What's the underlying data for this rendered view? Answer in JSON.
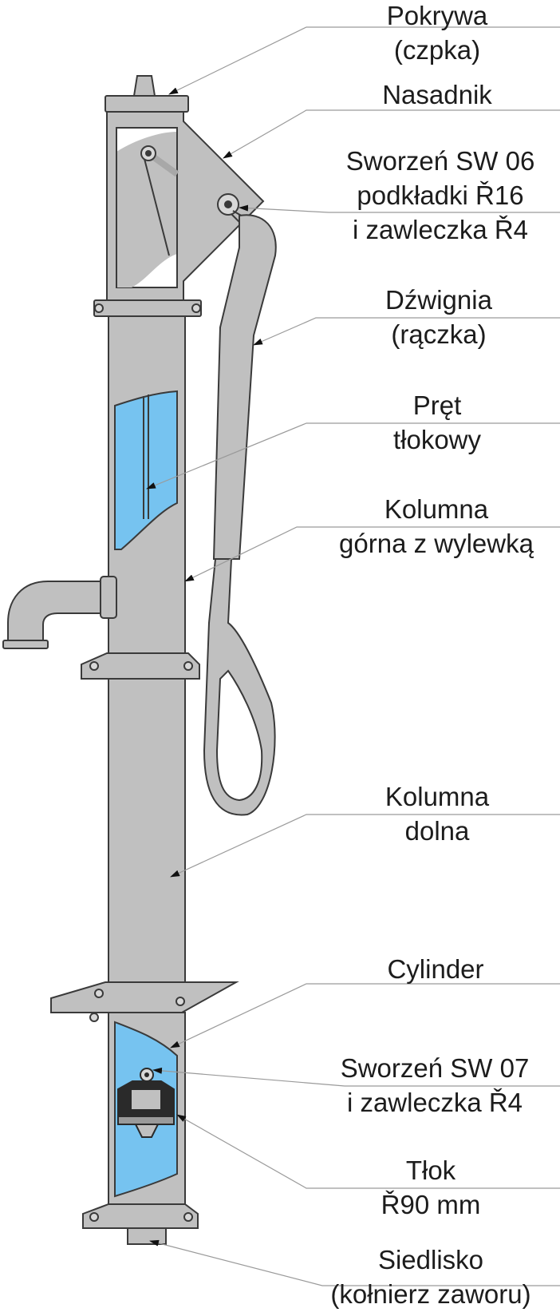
{
  "colors": {
    "metal": "#c0c0c0",
    "water": "#76c3f0",
    "outline": "#3a3a3a",
    "leader": "#9a9a9a",
    "arrow": "#111111",
    "dark": "#2a2a2a"
  },
  "labels": [
    {
      "id": "pokrywa",
      "lines": [
        "Pokrywa",
        "(czpka)"
      ]
    },
    {
      "id": "nasadnik",
      "lines": [
        "Nasadnik"
      ]
    },
    {
      "id": "sworzen-sw06",
      "lines": [
        "Sworzeń SW 06",
        "podkładki Ř16",
        "i zawleczka Ř4"
      ]
    },
    {
      "id": "dzwignia",
      "lines": [
        "Dźwignia",
        "(rączka)"
      ]
    },
    {
      "id": "pret",
      "lines": [
        "Pręt",
        "tłokowy"
      ]
    },
    {
      "id": "kolumna-gorna",
      "lines": [
        "Kolumna",
        "górna z wylewką"
      ]
    },
    {
      "id": "kolumna-dolna",
      "lines": [
        "Kolumna",
        "dolna"
      ]
    },
    {
      "id": "cylinder",
      "lines": [
        "Cylinder"
      ]
    },
    {
      "id": "sworzen-sw07",
      "lines": [
        "Sworzeń SW 07",
        "i zawleczka Ř4"
      ]
    },
    {
      "id": "tlok",
      "lines": [
        "Tłok",
        "Ř90 mm"
      ]
    },
    {
      "id": "siedlisko",
      "lines": [
        "Siedlisko",
        "(kołnierz zaworu)"
      ]
    }
  ]
}
